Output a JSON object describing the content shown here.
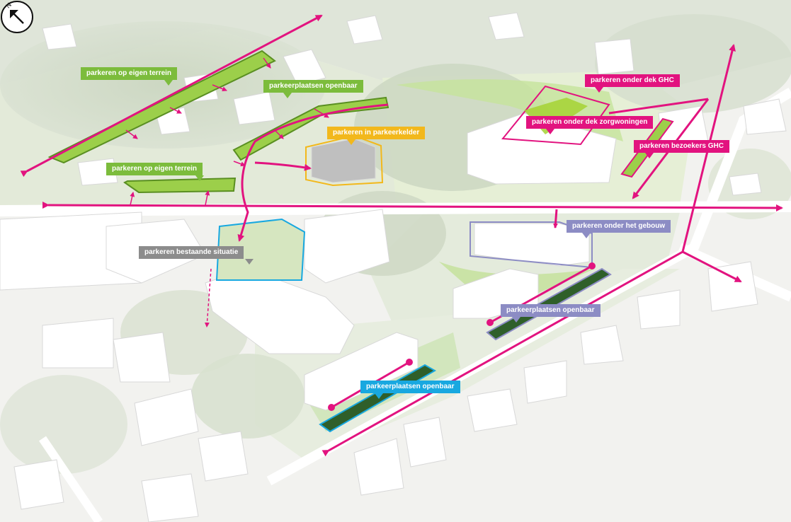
{
  "labels": {
    "green_own_1": "parkeren op eigen terrein",
    "green_public": "parkeerplaatsen openbaar",
    "green_own_2": "parkeren op eigen terrein",
    "yellow_cellar": "parkeren in parkeerkelder",
    "magenta_ghc": "parkeren onder dek GHC",
    "magenta_care": "parkeren onder dek zorgwoningen",
    "magenta_visitors": "parkeren bezoekers GHC",
    "grey_existing": "parkeren bestaande situatie",
    "purple_building": "parkeren onder het gebouw",
    "purple_public": "parkeerplaatsen openbaar",
    "cyan_public": "parkeerplaatsen openbaar"
  },
  "compass": {
    "letter": "N"
  },
  "colors": {
    "green": "#7cbc3c",
    "yellow": "#f2b81c",
    "magenta": "#e2137f",
    "grey": "#8c8c8c",
    "purple": "#8c8cc4",
    "cyan": "#18a8e0",
    "route": "#e2137f"
  }
}
